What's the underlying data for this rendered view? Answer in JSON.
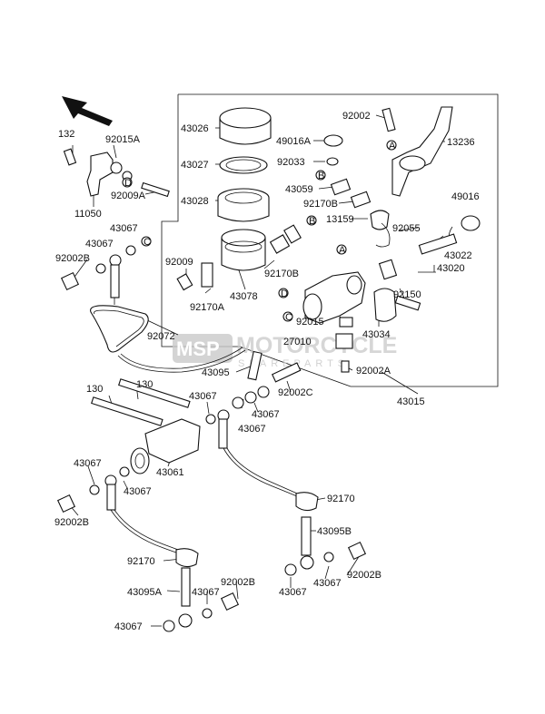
{
  "diagram": {
    "labels": {
      "l132": "132",
      "l92015A": "92015A",
      "l92009A": "92009A",
      "l11050": "11050",
      "l43067a": "43067",
      "l43067b": "43067",
      "l92002Ba": "92002B",
      "l43026": "43026",
      "l43027": "43027",
      "l43028": "43028",
      "l92009": "92009",
      "l92170A": "92170A",
      "l43078": "43078",
      "l92170Ba": "92170B",
      "l92002a": "92002",
      "l13236": "13236",
      "l49016A": "49016A",
      "l92033": "92033",
      "l43059": "43059",
      "l92170Bb": "92170B",
      "l13159": "13159",
      "l92055": "92055",
      "l49016": "49016",
      "l43022": "43022",
      "l43020": "43020",
      "l92150": "92150",
      "l92015": "92015",
      "l43034": "43034",
      "l27010": "27010",
      "l92002A": "92002A",
      "l92072": "92072",
      "l43095": "43095",
      "l92002C": "92002C",
      "l43015": "43015",
      "l130a": "130",
      "l130b": "130",
      "l43067c": "43067",
      "l43067d": "43067",
      "l43067e": "43067",
      "l43061": "43061",
      "l43067f": "43067",
      "l43067g": "43067",
      "l92002Bb": "92002B",
      "l92170a": "92170",
      "l43095B": "43095B",
      "l92170b": "92170",
      "l92002Bc": "92002B",
      "l43095A": "43095A",
      "l92002Bd": "92002B",
      "l43067h": "43067",
      "l43067i": "43067",
      "l43067j": "43067",
      "l43067k": "43067"
    },
    "callouts": {
      "a1": "A",
      "a2": "A",
      "b1": "B",
      "b2": "B",
      "c1": "C",
      "c2": "C",
      "d1": "D",
      "d2": "D"
    },
    "watermark": {
      "logo": "MSP",
      "title": "MOTORCYCLE",
      "subtitle": "SPAREPARTS"
    }
  }
}
